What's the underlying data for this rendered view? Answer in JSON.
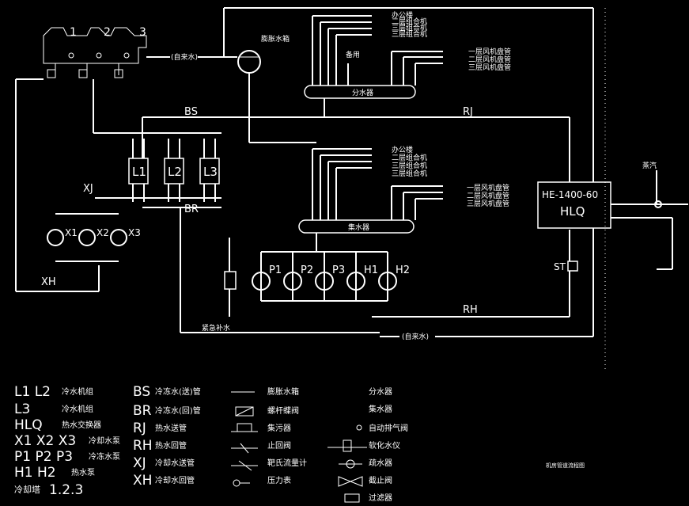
{
  "towers": {
    "labels": [
      "1",
      "2",
      "3"
    ]
  },
  "city_water": "(自来水)",
  "expansion_tank": "膨胀水箱",
  "distributor_label": "分水器",
  "collector_label": "集水器",
  "dist_branches": [
    "办公楼",
    "二层组合机",
    "三层组合机",
    "三层组合机"
  ],
  "dist_spare": "备用",
  "dist_fcu": [
    "一层风机盘管",
    "二层风机盘管",
    "三层风机盘管"
  ],
  "coll_branches": [
    "办公楼",
    "二层组合机",
    "三层组合机",
    "三层组合机"
  ],
  "coll_fcu": [
    "一层风机盘管",
    "二层风机盘管",
    "三层风机盘管"
  ],
  "pipes": {
    "bs": "BS",
    "rj": "RJ",
    "xj": "XJ",
    "br": "BR",
    "xh": "XH",
    "rh": "RH",
    "st": "ST"
  },
  "chillers": [
    "L1",
    "L2",
    "L3"
  ],
  "cooling_pumps": [
    "X1",
    "X2",
    "X3"
  ],
  "pumps": [
    "P1",
    "P2",
    "P3",
    "H1",
    "H2"
  ],
  "hlq": {
    "model": "HE-1400-60",
    "name": "HLQ"
  },
  "steam": "蒸汽",
  "makeup": "紧急补水",
  "makeup_city": "(自来水)",
  "legend_col1": [
    {
      "code": "L1 L2",
      "text": "冷水机组"
    },
    {
      "code": "L3",
      "text": "冷水机组"
    },
    {
      "code": "HLQ",
      "text": "热水交换器"
    },
    {
      "code": "X1 X2 X3",
      "text": "冷却水泵"
    },
    {
      "code": "P1 P2 P3",
      "text": "冷冻水泵"
    },
    {
      "code": "H1 H2",
      "text": "热水泵"
    },
    {
      "code": "冷却塔",
      "text": "1.2.3"
    }
  ],
  "legend_col2": [
    {
      "code": "BS",
      "text": "冷冻水(送)管"
    },
    {
      "code": "BR",
      "text": "冷冻水(回)管"
    },
    {
      "code": "RJ",
      "text": "热水送管"
    },
    {
      "code": "RH",
      "text": "热水回管"
    },
    {
      "code": "XJ",
      "text": "冷却水送管"
    },
    {
      "code": "XH",
      "text": "冷却水回管"
    }
  ],
  "legend_col3": [
    "膨胀水箱",
    "螺杆蝶阀",
    "集污器",
    "止回阀",
    "靶氏流量计",
    "压力表"
  ],
  "legend_col4": [
    "分水器",
    "集水器",
    "自动排气阀",
    "软化水仪",
    "疏水器",
    "截止阀",
    "过滤器"
  ],
  "drawing_title": "机房管道流程图"
}
